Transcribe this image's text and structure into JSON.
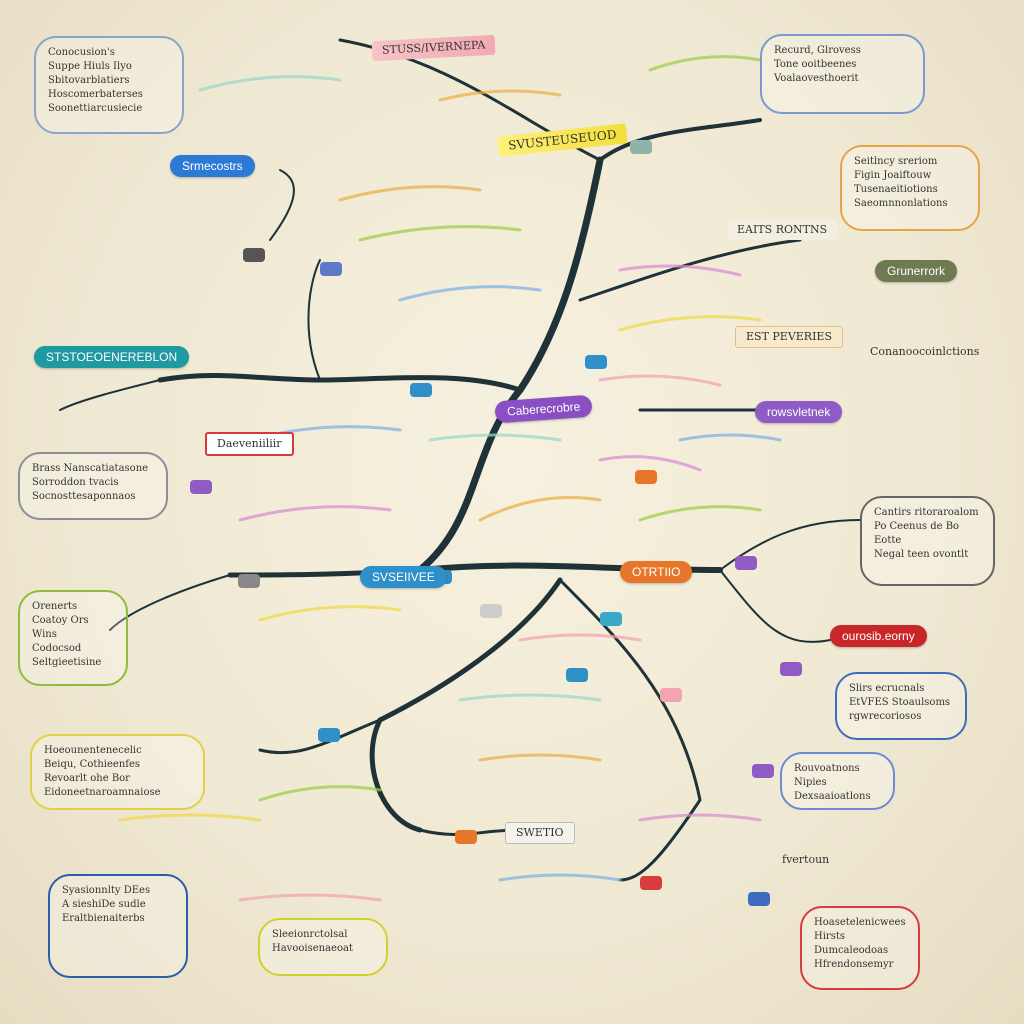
{
  "title": "SVUSTEUSEUOD",
  "header_flag": "STUSS/IVERNEPA",
  "labels": {
    "l1": "Srmecostrs",
    "l2": "STSTOEOENEREBLON",
    "l3": "Caberecrobre",
    "l4": "SVSEIIVEE",
    "l5": "Grunerrork",
    "l6": "rowsvletnek",
    "l7": "OTRTIIO",
    "l8": "ourosib.eorny",
    "l9": "EST PEVERIES",
    "l10": "EAITS RONTNS",
    "l11": "Conanoocoinlctions",
    "l12": "SWETIO",
    "l13": "Daeveniiliir",
    "l14": "fvertoun"
  },
  "bubbles": {
    "b1": "Conocusion's\nSuppe Hiuls Ilyo\nSbitovarblatiers\nHoscomerbaterses\nSoonettiarcusiecie",
    "b2": "Recurd, Glrovess\nTone ooitbeenes\nVoalaovesthoerit",
    "b3": "Seitlncy sreriom\nFigin Joaiftouw\nTusenaeitiotions\nSaeomnnonlations",
    "b4": "Brass Nanscatiatasone\nSorroddon tvacis\nSocnosttesaponnaos",
    "b5": "Orenerts\nCoatoy Ors Wins\nCodocsod\nSeltgieetisine",
    "b6": "Cantirs ritoraroalom\nPo Ceenus de Bo Eotte\nNegal teen ovontlt",
    "b7": "Hoeounentenecelic\nBeiqu, Cothieenfes\nRevoarlt ohe Bor\nEidoneetnaroamnaiose",
    "b8": "Slirs ecrucnals\nEtVFES Stoaulsoms\nrgwrecoriosos",
    "b9": "Syasionnlty DEes\nA sieshiDe sudle\nEraltbienaiterbs",
    "b10": "Hoasetelenicwees\nHirsts Dumcaleodoas\nHfrendonsemyr",
    "b11": "Rouvoatnons Nipies\nDexsaaioatlons",
    "b12": "Sleeionrctolsal\nHavooisenaeoat"
  }
}
